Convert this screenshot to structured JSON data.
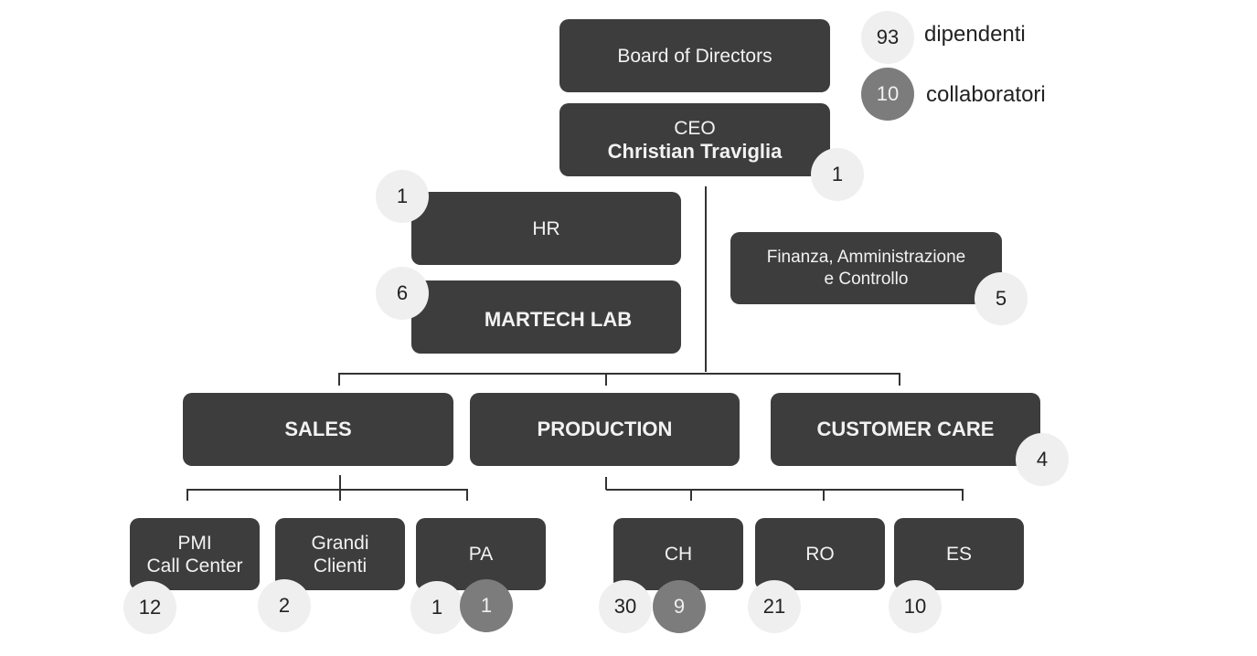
{
  "legend": {
    "employees": {
      "count": "93",
      "label": "dipendenti"
    },
    "collaborators": {
      "count": "10",
      "label": "collaboratori"
    }
  },
  "colors": {
    "box": "#3d3d3d",
    "employee_badge": "#efefef",
    "collaborator_badge": "#7c7c7c"
  },
  "board": {
    "label": "Board of Directors"
  },
  "ceo": {
    "role": "CEO",
    "name": "Christian Traviglia",
    "employees": "1"
  },
  "hr": {
    "label": "HR",
    "employees": "1"
  },
  "martech": {
    "label": "MARTECH LAB",
    "employees": "6"
  },
  "finance": {
    "line1": "Finanza, Amministrazione",
    "line2": "e Controllo",
    "employees": "5"
  },
  "sales": {
    "label": "SALES",
    "units": [
      {
        "line1": "PMI",
        "line2": "Call Center",
        "employees": "12"
      },
      {
        "line1": "Grandi",
        "line2": "Clienti",
        "employees": "2"
      },
      {
        "line1": "PA",
        "employees": "1",
        "collaborators": "1"
      }
    ]
  },
  "production": {
    "label": "PRODUCTION",
    "units": [
      {
        "line1": "CH",
        "employees": "30",
        "collaborators": "9"
      },
      {
        "line1": "RO",
        "employees": "21"
      },
      {
        "line1": "ES",
        "employees": "10"
      }
    ]
  },
  "customer_care": {
    "label": "CUSTOMER CARE",
    "employees": "4"
  }
}
